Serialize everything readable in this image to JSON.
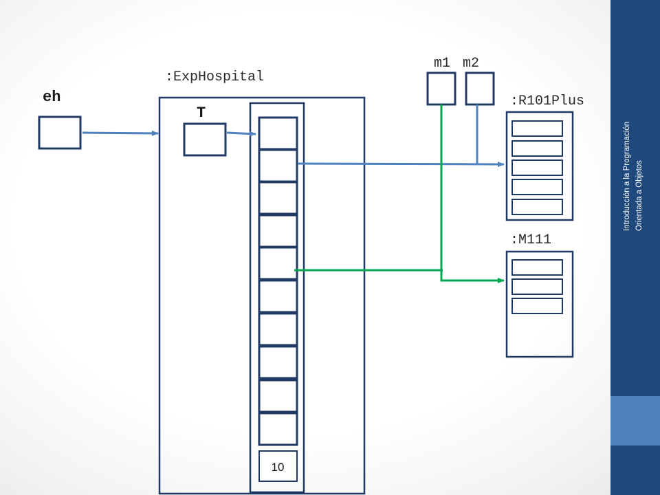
{
  "sidebar": {
    "title_line1": "Introducción a la Programación",
    "title_line2": "Orientada a Objetos"
  },
  "diagram": {
    "var_eh": "eh",
    "object_exphospital": ":ExpHospital",
    "field_t": "T",
    "array_size": "10",
    "var_m1": "m1",
    "var_m2": "m2",
    "object_r101plus": ":R101Plus",
    "object_m111": ":M111"
  },
  "colors": {
    "sidebar": "#1f497d",
    "sidebar_accent": "#4f81bd",
    "box_stroke": "#1f3864",
    "reference_blue": "#4f81bd",
    "reference_green": "#00a650"
  }
}
